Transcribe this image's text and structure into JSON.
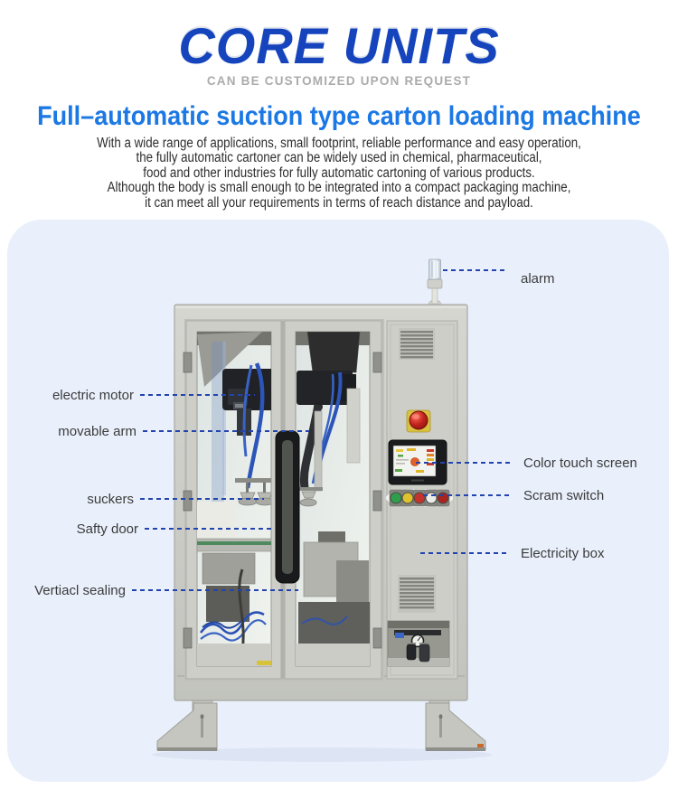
{
  "header": {
    "brand": "CORE UNITS",
    "tagline": "CAN BE CUSTOMIZED UPON REQUEST",
    "title": "Full–automatic suction type carton loading machine",
    "description_lines": [
      "With a wide range of applications, small footprint, reliable performance and easy operation,",
      "the fully automatic cartoner can be widely used in chemical, pharmaceutical,",
      "food and other industries for fully automatic cartoning of various products.",
      "Although the body is small enough to be integrated into a compact packaging machine,",
      "it can meet all your requirements in terms of reach distance and payload."
    ]
  },
  "callouts": {
    "left": [
      {
        "label": "electric motor"
      },
      {
        "label": "movable arm"
      },
      {
        "label": "suckers"
      },
      {
        "label": "Safty door"
      },
      {
        "label": "Vertiacl sealing"
      }
    ],
    "right": [
      {
        "label": "alarm"
      },
      {
        "label": "Color touch screen"
      },
      {
        "label": "Scram switch"
      },
      {
        "label": "Electricity box"
      }
    ]
  },
  "colors": {
    "brand_blue": "#1544bd",
    "title_blue": "#1b78e4",
    "tagline_gray": "#ababab",
    "callout_line_blue": "#2343ae",
    "panel_bg": "#e9f0fb",
    "cabinet_gray": "#cbccc6",
    "estop_red": "#c0231c"
  }
}
